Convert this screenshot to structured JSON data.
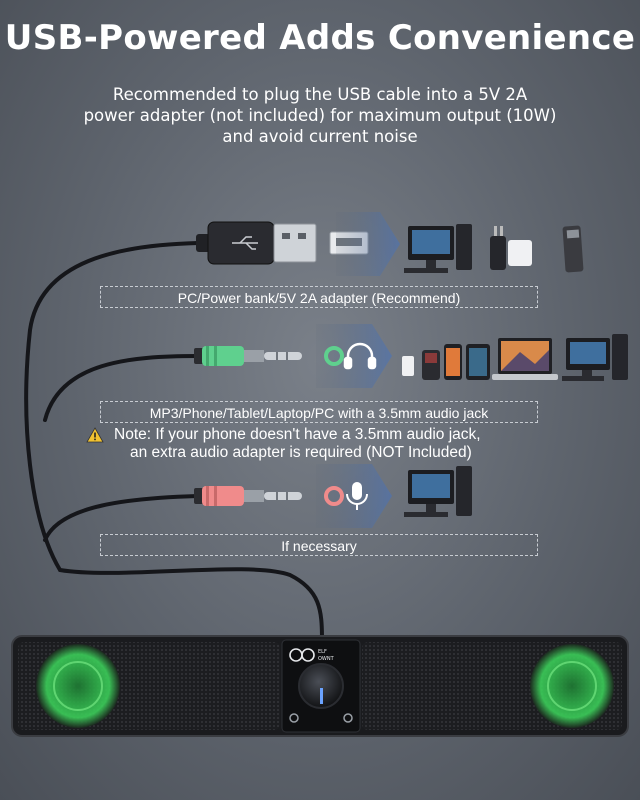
{
  "title": "USB-Powered Adds Convenience",
  "subtitle": [
    "Recommended to plug the USB cable into a 5V 2A",
    "power adapter (not included) for maximum output (10W)",
    "and avoid current noise"
  ],
  "captions": {
    "usb": "PC/Power bank/5V 2A adapter (Recommend)",
    "headphone": "MP3/Phone/Tablet/Laptop/PC with a 3.5mm audio jack",
    "mic": "If necessary"
  },
  "note": {
    "line1": "Note: If your phone doesn't have a 3.5mm audio jack,",
    "line2": "an extra audio adapter is required (NOT Included)"
  },
  "colors": {
    "headphone_plug": "#5fd08e",
    "mic_plug": "#f08b8b",
    "speaker_glow": "#3ccf5a",
    "arrow": "#4a73b8"
  },
  "brand": {
    "logo_text": "ELF OWNT"
  }
}
